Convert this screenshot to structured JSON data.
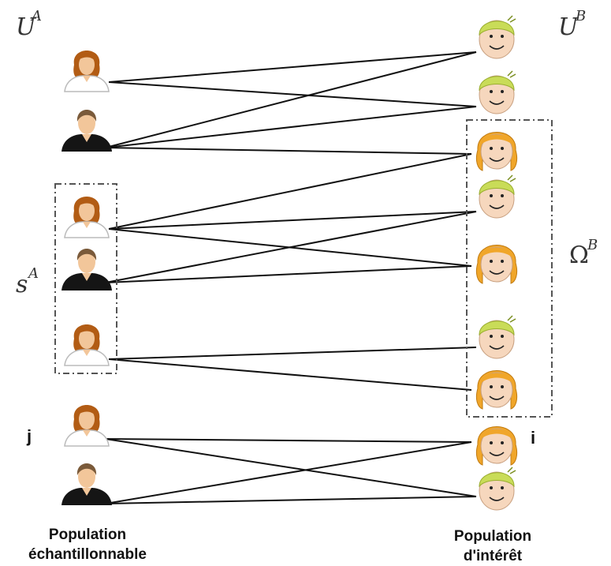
{
  "labels": {
    "UA_main": "U",
    "UA_sup": "A",
    "UB_main": "U",
    "UB_sup": "B",
    "sA_main": "s",
    "sA_sup": "A",
    "OmegaB_main": "Ω",
    "OmegaB_sup": "B",
    "j": "j",
    "i": "i"
  },
  "captions": {
    "left": [
      "Population",
      "échantillonnable"
    ],
    "right": [
      "Population",
      "d'intérêt"
    ]
  },
  "left_population": {
    "persons": [
      "woman",
      "man",
      "woman",
      "man",
      "woman",
      "woman",
      "man"
    ]
  },
  "right_population": {
    "persons": [
      "boy",
      "boy",
      "girl",
      "boy",
      "girl",
      "boy",
      "girl",
      "girl",
      "boy"
    ]
  },
  "links": [
    [
      0,
      0
    ],
    [
      0,
      1
    ],
    [
      1,
      0
    ],
    [
      1,
      1
    ],
    [
      1,
      2
    ],
    [
      2,
      2
    ],
    [
      2,
      3
    ],
    [
      2,
      4
    ],
    [
      3,
      3
    ],
    [
      3,
      4
    ],
    [
      4,
      5
    ],
    [
      4,
      6
    ],
    [
      5,
      7
    ],
    [
      5,
      8
    ],
    [
      6,
      7
    ],
    [
      6,
      8
    ]
  ],
  "colors": {
    "line": "#111111",
    "woman_hair": "#b25c14",
    "man_hair": "#7a5a3a",
    "skin": "#f2c69a",
    "man_shirt": "#151515",
    "boy_hair": "#c9dc58",
    "girl_hair": "#f0a62a",
    "kid_face": "#f6d7bd",
    "dash_box": "#555555"
  }
}
